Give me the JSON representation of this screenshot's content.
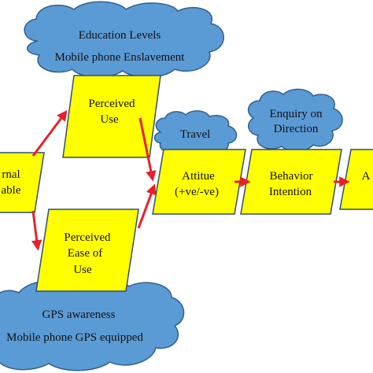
{
  "colors": {
    "box_fill": "#ffff00",
    "box_stroke": "#2f4d7a",
    "cloud_fill": "#5b9bd5",
    "cloud_stroke": "#2f5f8f",
    "arrow": "#e8202a"
  },
  "clouds": {
    "top": {
      "line1": "Education Levels",
      "line2": "Mobile phone Enslavement"
    },
    "travel": {
      "label": "Travel"
    },
    "enquiry": {
      "line1": "Enquiry on",
      "line2": "Direction"
    },
    "bottom": {
      "line1": "GPS awareness",
      "line2": "Mobile phone GPS equipped"
    }
  },
  "boxes": {
    "external": {
      "line1": "rnal",
      "line2": "able"
    },
    "perceived_use": {
      "line1": "Perceived",
      "line2": "Use"
    },
    "perceived_ease": {
      "line1": "Perceived",
      "line2": "Ease of",
      "line3": "Use"
    },
    "attitude": {
      "line1": "Attitue",
      "line2": "(+ve/-ve)"
    },
    "behavior": {
      "line1": "Behavior",
      "line2": "Intention"
    },
    "actual": {
      "line1": "A"
    }
  }
}
